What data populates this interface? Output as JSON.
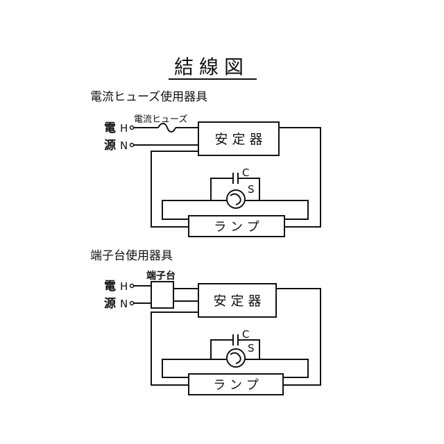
{
  "title": "結線図",
  "section_fuse": {
    "heading": "電流ヒューズ使用器具",
    "power_label_1": "電",
    "power_label_2": "源",
    "terminal_h": "H",
    "terminal_n": "N",
    "fuse_label": "電流ヒューズ",
    "ballast_label": "安 定 器",
    "capacitor_label": "C",
    "starter_label": "S",
    "lamp_label": "ラ ン プ"
  },
  "section_terminal": {
    "heading": "端子台使用器具",
    "power_label_1": "電",
    "power_label_2": "源",
    "terminal_h": "H",
    "terminal_n": "N",
    "terminal_block_label": "端子台",
    "ballast_label": "安 定 器",
    "capacitor_label": "C",
    "starter_label": "S",
    "lamp_label": "ラ ン プ"
  }
}
